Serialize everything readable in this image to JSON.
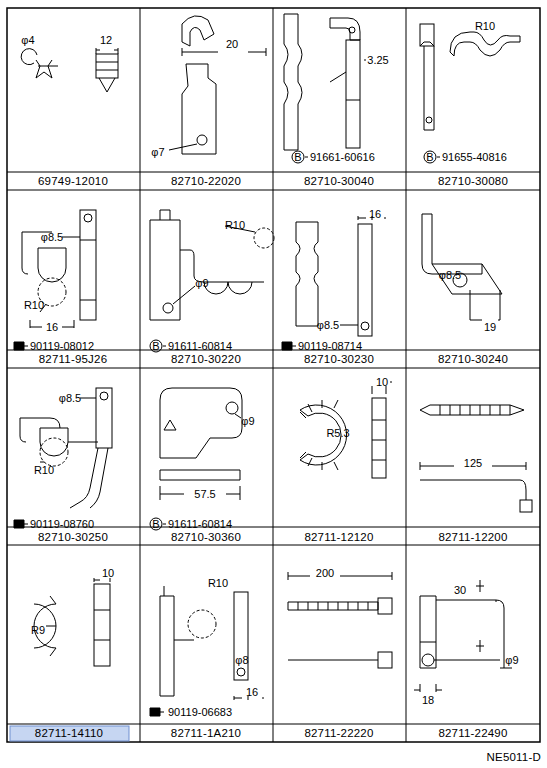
{
  "diagram": {
    "labels": [
      "φ4",
      "12",
      "69749-12010",
      "20",
      "φ7",
      "82710-22020",
      "3.25",
      "B",
      "91661-60616",
      "82710-30040",
      "R10",
      "B",
      "91655-40816",
      "82710-30080",
      "φ8.5",
      "R10",
      "16",
      "90119-08012",
      "82711-95J26",
      "R10",
      "φ9",
      "B",
      "91611-60814",
      "82710-30220",
      "16",
      "φ8.5",
      "90119-08714",
      "82710-30230",
      "φ8.5",
      "19",
      "82710-30240",
      "φ8.5",
      "R10",
      "90119-08760",
      "82710-30250",
      "φ9",
      "57.5",
      "B",
      "91611-60814",
      "82710-30360",
      "10",
      "R5.3",
      "82711-12120",
      "125",
      "82711-12200",
      "10",
      "R9",
      "82711-14110",
      "R10",
      "φ8",
      "16",
      "90119-06683",
      "82711-1A210",
      "200",
      "82711-22220",
      "30",
      "φ9",
      "18",
      "82711-22490",
      "NE5011-D"
    ]
  }
}
